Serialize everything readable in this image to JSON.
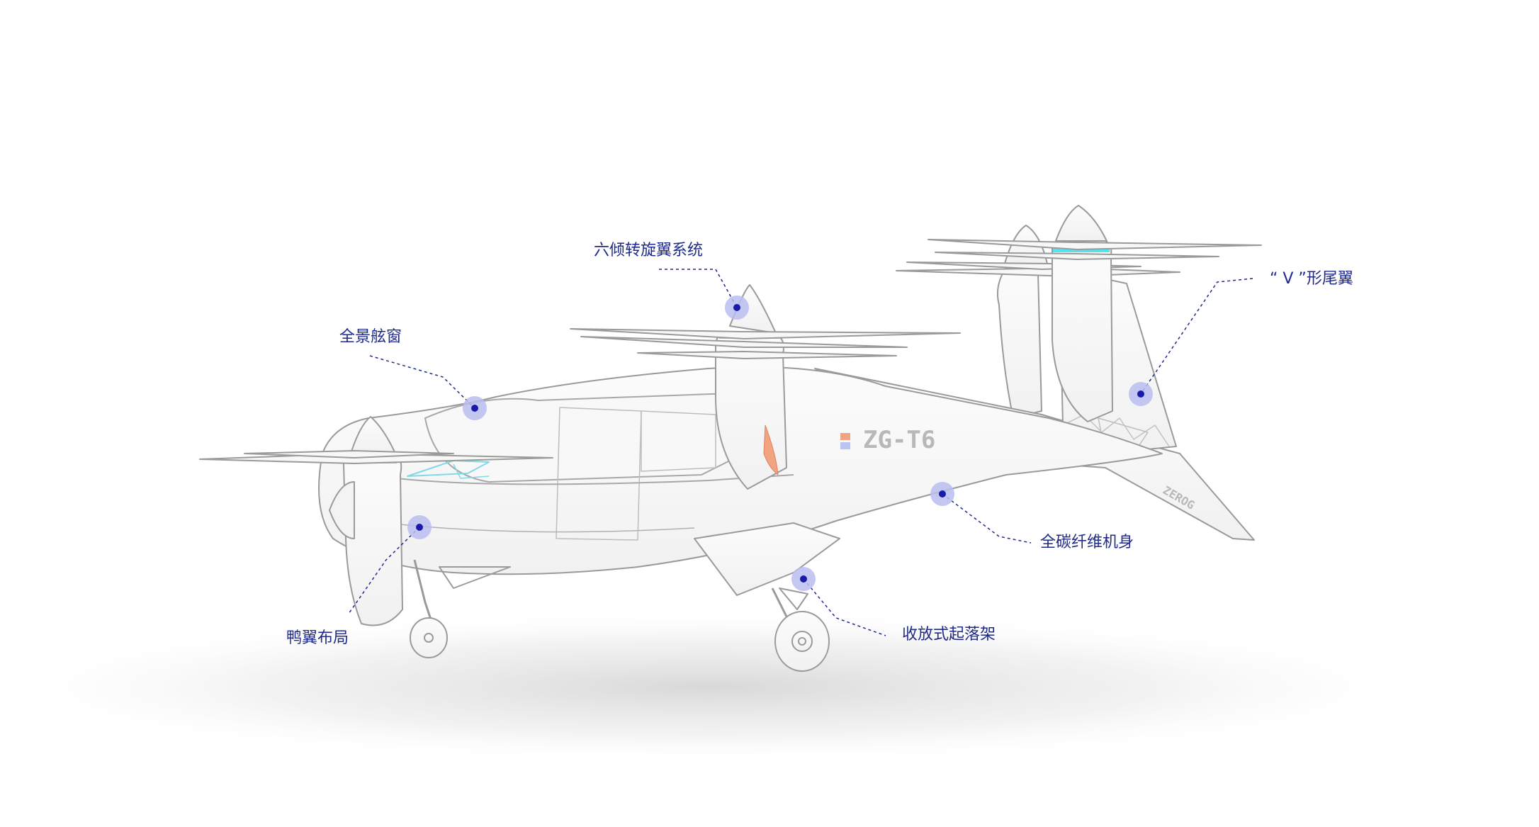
{
  "aircraft": {
    "model_label": "ZG-T6",
    "brand_label": "ZEROG"
  },
  "callouts": [
    {
      "id": "tilt-rotor",
      "label": "六倾转旋翼系统"
    },
    {
      "id": "canopy",
      "label": "全景舷窗"
    },
    {
      "id": "v-tail",
      "label": "“ V ”形尾翼"
    },
    {
      "id": "carbon-body",
      "label": "全碳纤维机身"
    },
    {
      "id": "landing-gear",
      "label": "收放式起落架"
    },
    {
      "id": "canard",
      "label": "鸭翼布局"
    }
  ],
  "colors": {
    "label": "#1f2a8a",
    "marker_dot": "#1a1aa8",
    "marker_halo": "#b9bdf0",
    "rotor_ring": "#4fe6f2",
    "outline": "#9a9a9a"
  }
}
